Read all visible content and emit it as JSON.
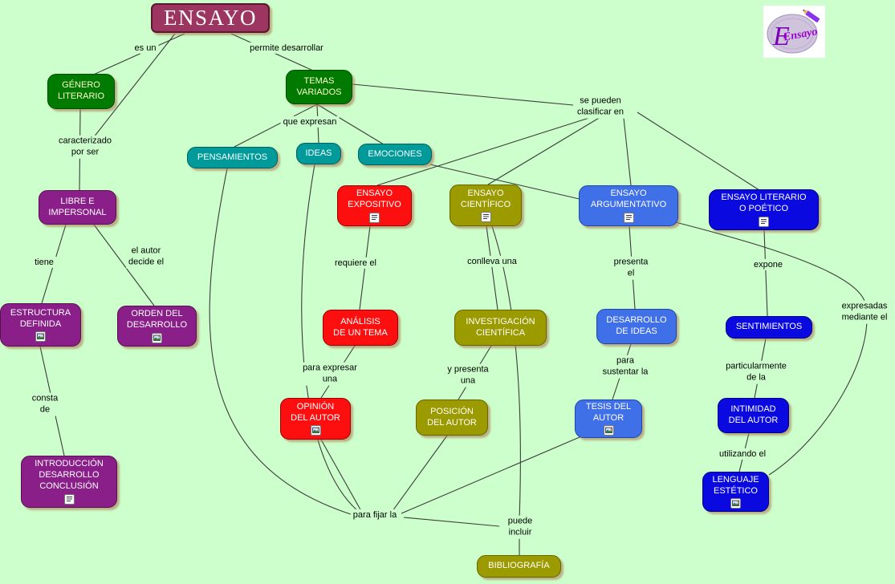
{
  "background_color": "#ccffcc",
  "nodes": {
    "ensayo": {
      "label": "ENSAYO",
      "color": "#9c3560"
    },
    "genero_literario": {
      "label": "GÉNERO\nLITERARIO",
      "color": "#007a00"
    },
    "temas_variados": {
      "label": "TEMAS\nVARIADOS",
      "color": "#007a00"
    },
    "pensamientos": {
      "label": "PENSAMIENTOS",
      "color": "#009a9a"
    },
    "ideas": {
      "label": "IDEAS",
      "color": "#009a9a"
    },
    "emociones": {
      "label": "EMOCIONES",
      "color": "#009a9a"
    },
    "libre_impersonal": {
      "label": "LIBRE E\nIMPERSONAL",
      "color": "#8a1f8a"
    },
    "ensayo_expositivo": {
      "label": "ENSAYO\nEXPOSITIVO",
      "color": "#fe0f0f",
      "resource": "document-icon"
    },
    "ensayo_cientifico": {
      "label": "ENSAYO\nCIENTÍFICO",
      "color": "#9b9b00",
      "resource": "document-icon"
    },
    "ensayo_argumentativo": {
      "label": "ENSAYO\nARGUMENTATIVO",
      "color": "#4070e8",
      "resource": "document-icon"
    },
    "ensayo_literario": {
      "label": "ENSAYO LITERARIO\nO POÉTICO",
      "color": "#0a0ae0",
      "resource": "document-icon"
    },
    "estructura_definida": {
      "label": "ESTRUCTURA\nDEFINIDA",
      "color": "#8a1f8a",
      "resource": "image-icon"
    },
    "orden_desarrollo": {
      "label": "ORDEN DEL\nDESARROLLO",
      "color": "#8a1f8a",
      "resource": "image-icon"
    },
    "analisis_tema": {
      "label": "ANÁLISIS\nDE UN TEMA",
      "color": "#fe0f0f"
    },
    "investigacion_cientifica": {
      "label": "INVESTIGACIÓN\nCIENTÍFICA",
      "color": "#9b9b00"
    },
    "desarrollo_ideas": {
      "label": "DESARROLLO\nDE IDEAS",
      "color": "#4070e8"
    },
    "sentimientos": {
      "label": "SENTIMIENTOS",
      "color": "#0a0ae0"
    },
    "opinion_autor": {
      "label": "OPINIÓN\nDEL AUTOR",
      "color": "#fe0f0f",
      "resource": "image-icon"
    },
    "posicion_autor": {
      "label": "POSICIÓN\nDEL AUTOR",
      "color": "#9b9b00"
    },
    "tesis_autor": {
      "label": "TESIS DEL\nAUTOR",
      "color": "#4070e8",
      "resource": "image-icon"
    },
    "intimidad_autor": {
      "label": "INTIMIDAD\nDEL AUTOR",
      "color": "#0a0ae0"
    },
    "introduccion_desarrollo_conclusion": {
      "label": "INTRODUCCIÓN\nDESARROLLO\nCONCLUSIÓN",
      "color": "#8a1f8a",
      "resource": "document-icon"
    },
    "lenguaje_estetico": {
      "label": "LENGUAJE\nESTÉTICO",
      "color": "#0a0ae0",
      "resource": "image-icon"
    },
    "bibliografia": {
      "label": "BIBLIOGRAFÍA",
      "color": "#9b9b00"
    }
  },
  "link_labels": {
    "es_un": "es un",
    "permite_desarrollar": "permite desarrollar",
    "caracterizado_por_ser": "caracterizado\npor ser",
    "que_expresan": "que expresan",
    "se_pueden_clasificar_en": "se pueden\nclasificar en",
    "tiene": "tiene",
    "el_autor_decide_el": "el autor\ndecide el",
    "requiere_el": "requiere el",
    "conlleva_una": "conlleva una",
    "presenta_el": "presenta\nel",
    "expone": "expone",
    "expresadas_mediante_el": "expresadas\nmediante el",
    "para_expresar_una": "para expresar\nuna",
    "y_presenta_una": "y presenta\nuna",
    "para_sustentar_la": "para\nsustentar la",
    "particularmente_de_la": "particularmente\nde la",
    "consta_de": "consta\nde",
    "utilizando_el": "utilizando el",
    "para_fijar_la": "para fijar la",
    "puede_incluir": "puede\nincluir"
  },
  "logo": {
    "label": "Ensayo",
    "initial": "E"
  }
}
